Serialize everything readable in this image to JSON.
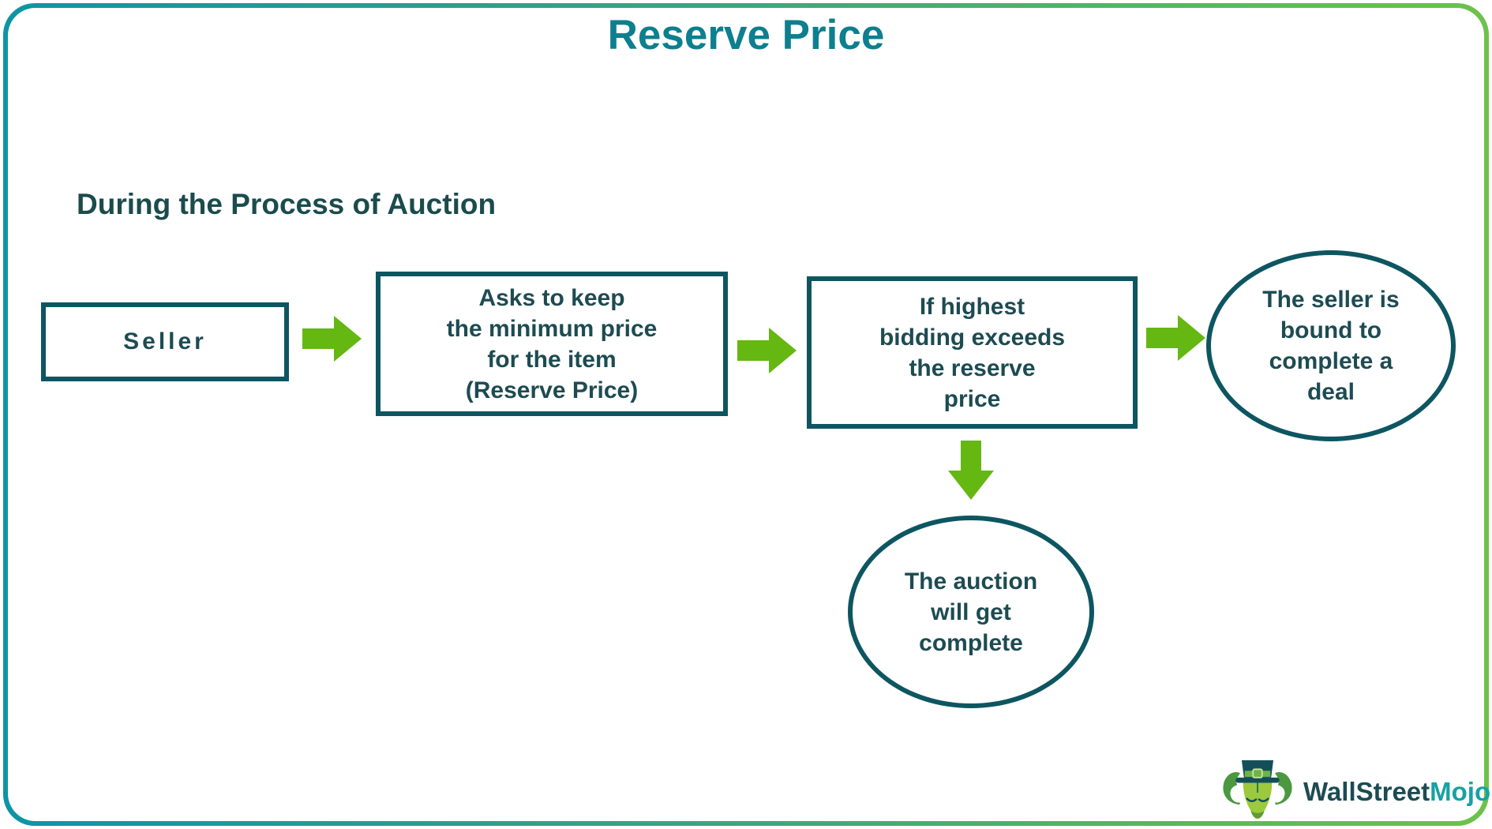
{
  "header": {
    "title": "Reserve Price",
    "subtitle": "During the Process of Auction"
  },
  "flowchart": {
    "seller_box": {
      "label": "Seller"
    },
    "reserve_box": {
      "lines": [
        "Asks to keep",
        "the minimum price",
        "for the item",
        "(Reserve Price)"
      ]
    },
    "bidding_box": {
      "lines": [
        "If highest",
        "bidding exceeds",
        "the reserve",
        "price"
      ]
    },
    "seller_bound_ellipse": {
      "lines": [
        "The seller is",
        "bound to",
        "complete a",
        "deal"
      ]
    },
    "auction_complete_ellipse": {
      "lines": [
        "The auction",
        "will get",
        "complete"
      ]
    }
  },
  "branding": {
    "logo_text_primary": "WallStreet",
    "logo_text_accent": "Mojo"
  },
  "icons": [
    "right-arrow-icon",
    "down-arrow-icon",
    "wallstreetmojo-bull-icon"
  ],
  "colors": {
    "title_teal": "#0d7f8e",
    "text_dark_teal": "#1d4b52",
    "shape_border": "#0d5661",
    "arrow_green": "#65b712",
    "frame_gradient_start": "#0e94a4",
    "frame_gradient_end": "#6cc24a",
    "logo_accent_teal": "#16a2a2"
  }
}
